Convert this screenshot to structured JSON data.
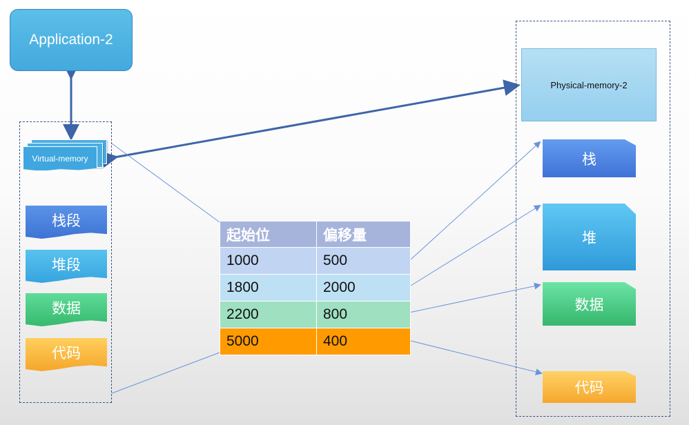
{
  "application": {
    "label": "Application-2"
  },
  "virtual_memory": {
    "label": "Virtual-memory",
    "segments": [
      {
        "label": "栈段",
        "color": "#4a82e0"
      },
      {
        "label": "堆段",
        "color": "#45b2e6"
      },
      {
        "label": "数据",
        "color": "#47c882"
      },
      {
        "label": "代码",
        "color": "#f8b63e"
      }
    ]
  },
  "physical_memory": {
    "label": "Physical-memory-2",
    "blocks": [
      {
        "label": "栈"
      },
      {
        "label": "堆"
      },
      {
        "label": "数据"
      },
      {
        "label": "代码"
      }
    ]
  },
  "segment_table": {
    "headers": [
      "起始位",
      "偏移量"
    ],
    "rows": [
      [
        "1000",
        "500"
      ],
      [
        "1800",
        "2000"
      ],
      [
        "2200",
        "800"
      ],
      [
        "5000",
        "400"
      ]
    ]
  },
  "colors": {
    "connector": "#6a93de",
    "bold_arrow": "#3d65a8",
    "dashed_border": "#37548a"
  }
}
